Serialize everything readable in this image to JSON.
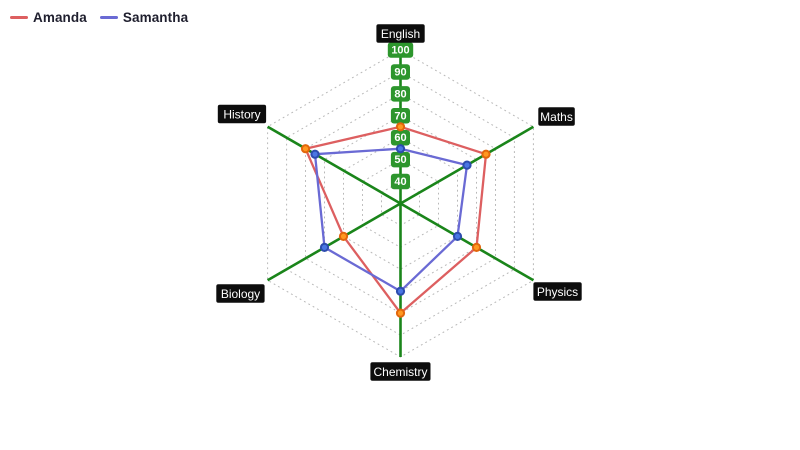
{
  "legend": {
    "items": [
      {
        "label": "Amanda",
        "color": "#dd5f60"
      },
      {
        "label": "Samantha",
        "color": "#6a6ad4"
      }
    ]
  },
  "chart_data": {
    "type": "radar",
    "categories": [
      "English",
      "Maths",
      "Physics",
      "Chemistry",
      "Biology",
      "History"
    ],
    "series": [
      {
        "name": "Amanda",
        "values": [
          65,
          75,
          70,
          80,
          60,
          80
        ],
        "line_color": "#dd5f60",
        "marker_fill": "#ff9820",
        "marker_stroke": "#e2660c"
      },
      {
        "name": "Samantha",
        "values": [
          55,
          65,
          60,
          70,
          70,
          75
        ],
        "line_color": "#6a6ad4",
        "marker_fill": "#4a76e3",
        "marker_stroke": "#2d4cae"
      }
    ],
    "scale": {
      "min": 30,
      "max": 100,
      "tick_step": 10,
      "tick_labels": [
        "100",
        "90",
        "80",
        "70",
        "60",
        "50",
        "40"
      ]
    },
    "axis_color": "#1a851a",
    "tick_box_color": "#2d962d",
    "grid_color": "#b8b8b8",
    "category_label_bg": "#0d0d0d",
    "category_label_text": "#ffffff",
    "legend_position": "top-left",
    "grid": "dotted-rings"
  }
}
